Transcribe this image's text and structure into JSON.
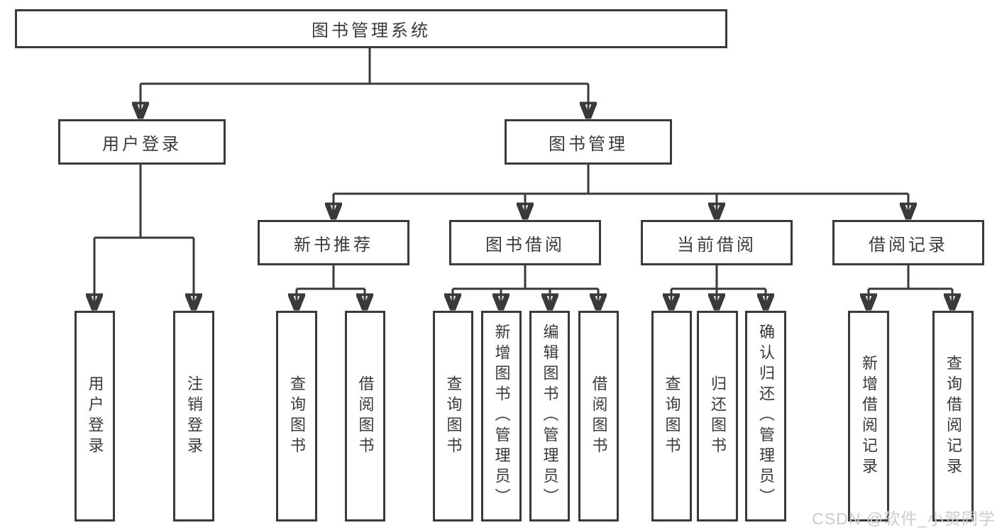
{
  "diagram": {
    "root": {
      "label": "图书管理系统"
    },
    "level2": [
      {
        "label": "用户登录"
      },
      {
        "label": "图书管理"
      }
    ],
    "level3": [
      {
        "label": "新书推荐"
      },
      {
        "label": "图书借阅"
      },
      {
        "label": "当前借阅"
      },
      {
        "label": "借阅记录"
      }
    ],
    "leaves": [
      {
        "label": "用户登录",
        "parent": "用户登录"
      },
      {
        "label": "注销登录",
        "parent": "用户登录"
      },
      {
        "label": "查询图书",
        "parent": "新书推荐"
      },
      {
        "label": "借阅图书",
        "parent": "新书推荐"
      },
      {
        "label": "查询图书",
        "parent": "图书借阅"
      },
      {
        "label": "新增图书（管理员）",
        "parent": "图书借阅"
      },
      {
        "label": "编辑图书（管理员）",
        "parent": "图书借阅"
      },
      {
        "label": "借阅图书",
        "parent": "图书借阅"
      },
      {
        "label": "查询图书",
        "parent": "当前借阅"
      },
      {
        "label": "归还图书",
        "parent": "当前借阅"
      },
      {
        "label": "确认归还（管理员）",
        "parent": "当前借阅"
      },
      {
        "label": "新增借阅记录",
        "parent": "借阅记录"
      },
      {
        "label": "查询借阅记录",
        "parent": "借阅记录"
      }
    ]
  },
  "watermark": {
    "text": "CSDN @软件_小贺同学"
  },
  "colors": {
    "line": "#3a3a3a",
    "background": "#ffffff",
    "watermark_text": "#cccccc"
  }
}
